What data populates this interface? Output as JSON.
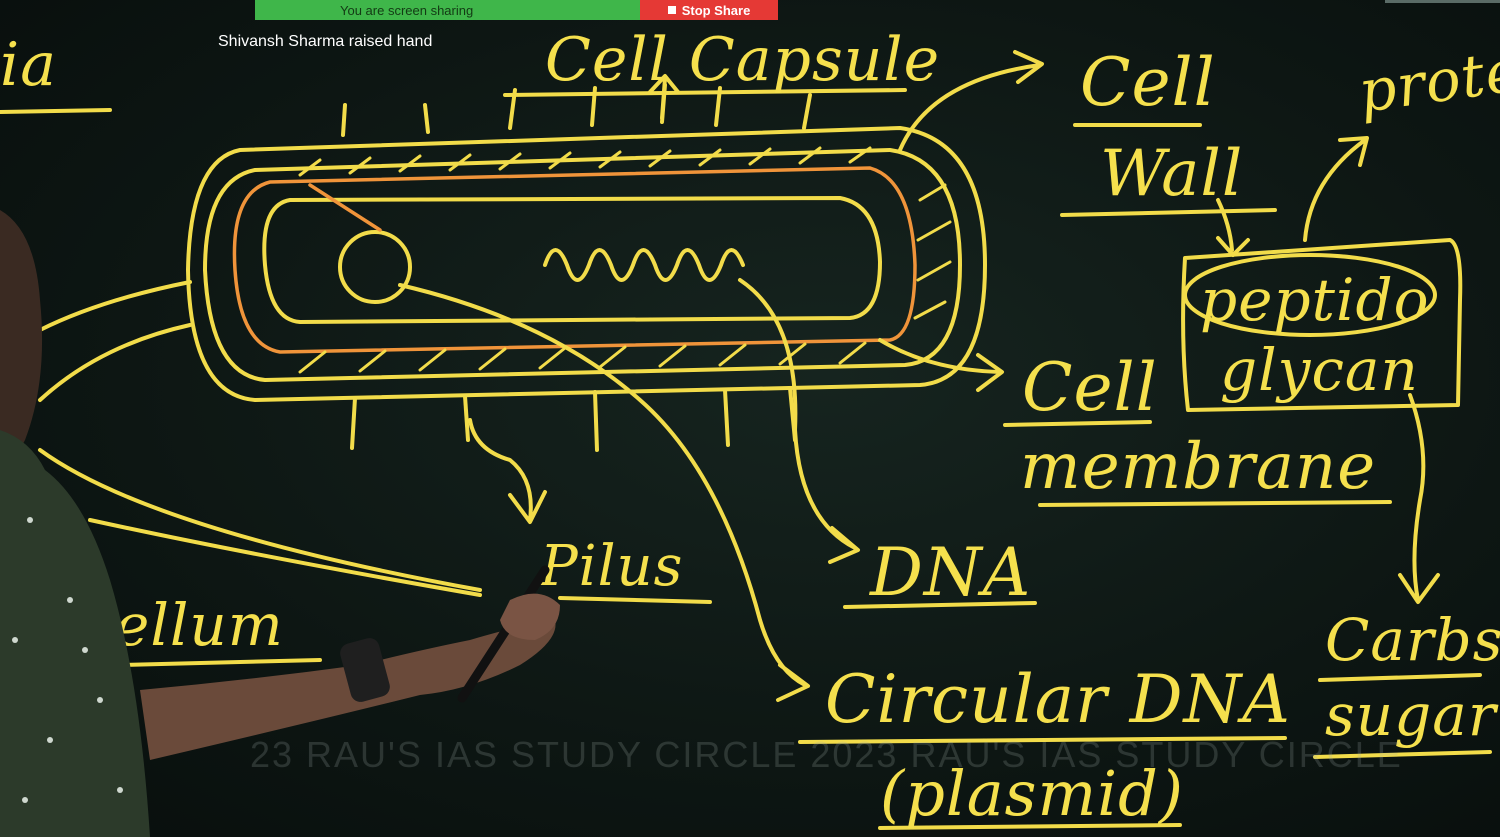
{
  "screen_share": {
    "status_text": "You are screen sharing",
    "stop_label": "Stop Share"
  },
  "notification": {
    "text": "Shivansh Sharma raised hand"
  },
  "board": {
    "cell_capsule": "Cell Capsule",
    "cell_wall_line1": "Cell",
    "cell_wall_line2": "Wall",
    "protein": "protei",
    "peptido": "peptido",
    "glycan": "glycan",
    "cell_membrane_line1": "Cell",
    "cell_membrane_line2": "membrane",
    "pilus": "Pilus",
    "dna": "DNA",
    "circular_dna": "Circular DNA",
    "plasmid": "(plasmid)",
    "flagellum": "ellum",
    "carbs": "Carbs",
    "sugar": "sugar",
    "top_left_word": "ia"
  },
  "watermark": "23   RAU'S IAS STUDY CIRCLE   2023   RAU'S IAS STUDY CIRCLE",
  "colors": {
    "chalk_yellow": "#f2dc4a",
    "chalk_orange": "#f0943a",
    "board_green": "#0d1613",
    "share_green": "#3fb64a",
    "stop_red": "#e53935"
  }
}
